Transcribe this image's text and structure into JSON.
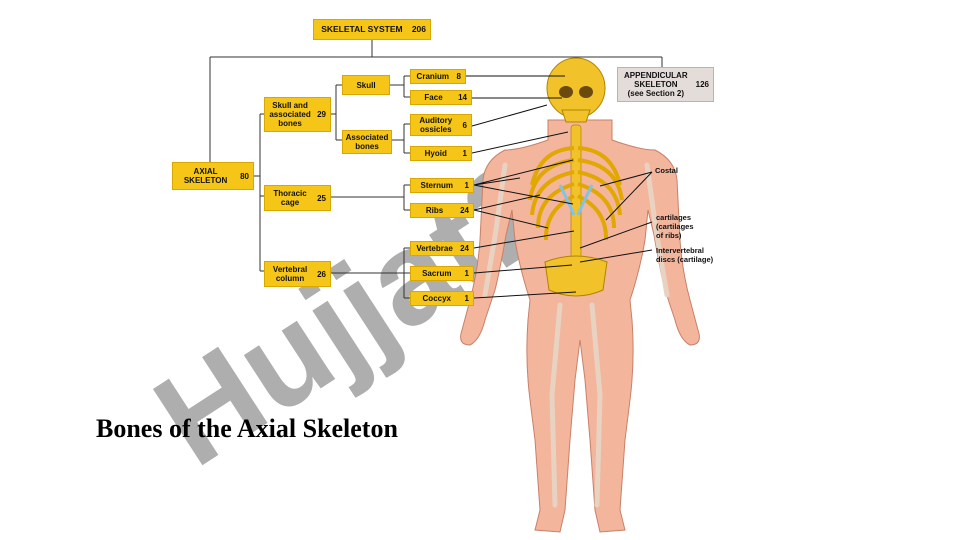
{
  "watermark": {
    "text": "Hujjat24",
    "color": "#9b9b9b",
    "accent": "#b16cf0"
  },
  "colors": {
    "box": "#f5c518",
    "line": "#333333",
    "bone": "#f2c22b",
    "skin": "#f3b59c",
    "cartilage": "#7fc4e8"
  },
  "diagram": {
    "root": {
      "label": "SKELETAL SYSTEM",
      "count": "206"
    },
    "axial": {
      "label_line1": "AXIAL",
      "label_line2": "SKELETON",
      "count": "80"
    },
    "appendicular": {
      "line1": "APPENDICULAR",
      "line2": "SKELETON",
      "line3": "(see Section 2)",
      "count": "126"
    },
    "skull_group": {
      "line1": "Skull and",
      "line2": "associated",
      "line3": "bones",
      "count": "29"
    },
    "thoracic": {
      "line1": "Thoracic",
      "line2": "cage",
      "count": "25"
    },
    "vertebral": {
      "line1": "Vertebral",
      "line2": "column",
      "count": "26"
    },
    "skull": {
      "label": "Skull"
    },
    "associated": {
      "line1": "Associated",
      "line2": "bones"
    },
    "cranium": {
      "label": "Cranium",
      "count": "8"
    },
    "face": {
      "label": "Face",
      "count": "14"
    },
    "auditory": {
      "line1": "Auditory",
      "line2": "ossicles",
      "count": "6"
    },
    "hyoid": {
      "label": "Hyoid",
      "count": "1"
    },
    "sternum": {
      "label": "Sternum",
      "count": "1"
    },
    "ribs": {
      "label": "Ribs",
      "count": "24"
    },
    "vertebrae": {
      "label": "Vertebrae",
      "count": "24"
    },
    "sacrum": {
      "label": "Sacrum",
      "count": "1"
    },
    "coccyx": {
      "label": "Coccyx",
      "count": "1"
    },
    "costal": {
      "label": "Costal"
    },
    "cartilages": {
      "line1": "cartilages",
      "line2": "(cartilages",
      "line3": "of ribs)"
    },
    "intervertebral": {
      "line1": "Intervertebral",
      "line2": "discs (cartilage)"
    }
  },
  "title": "Bones of the Axial Skeleton"
}
